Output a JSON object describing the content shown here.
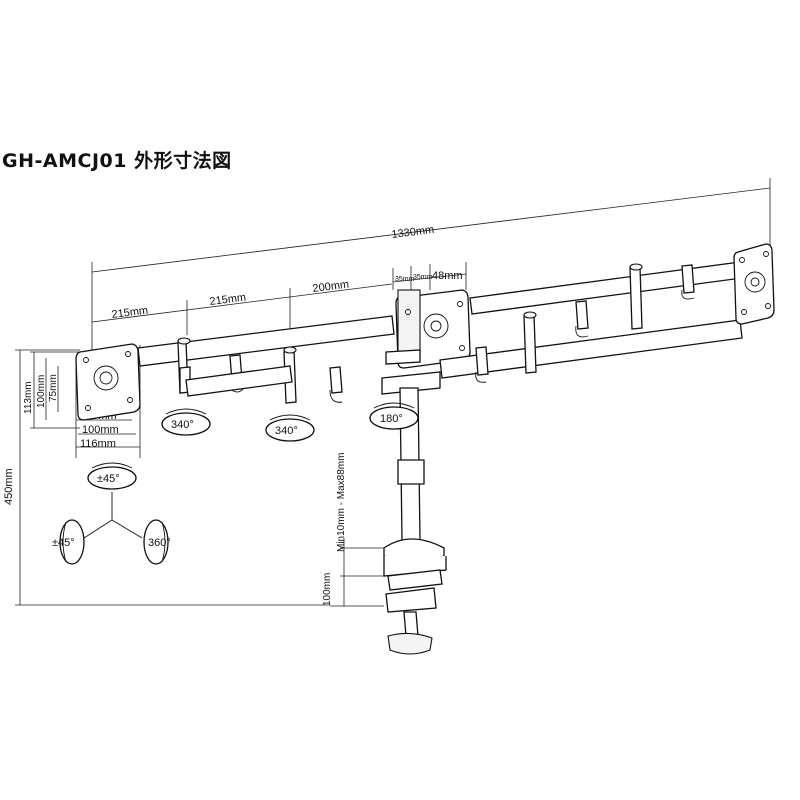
{
  "title": "GH-AMCJ01 外形寸法図",
  "dims": {
    "total_width": "1330mm",
    "arm_seg_1": "215mm",
    "arm_seg_2": "215mm",
    "arm_seg_3": "200mm",
    "center_small_1": "35mm",
    "center_small_2": "35mm",
    "center_48": "48mm",
    "vesa_113": "113mm",
    "vesa_100_v": "100mm",
    "vesa_75_v": "75mm",
    "vesa_75_h": "75mm",
    "vesa_100_h": "100mm",
    "vesa_116": "116mm",
    "height_450": "450mm",
    "clamp_range": "Min10mm - Max88mm",
    "clamp_100": "100mm"
  },
  "rotations": {
    "rot_340_a": "340°",
    "rot_340_b": "340°",
    "rot_180": "180°",
    "tilt_45": "±45°",
    "swivel_45": "±45°",
    "rotate_360": "360°"
  }
}
